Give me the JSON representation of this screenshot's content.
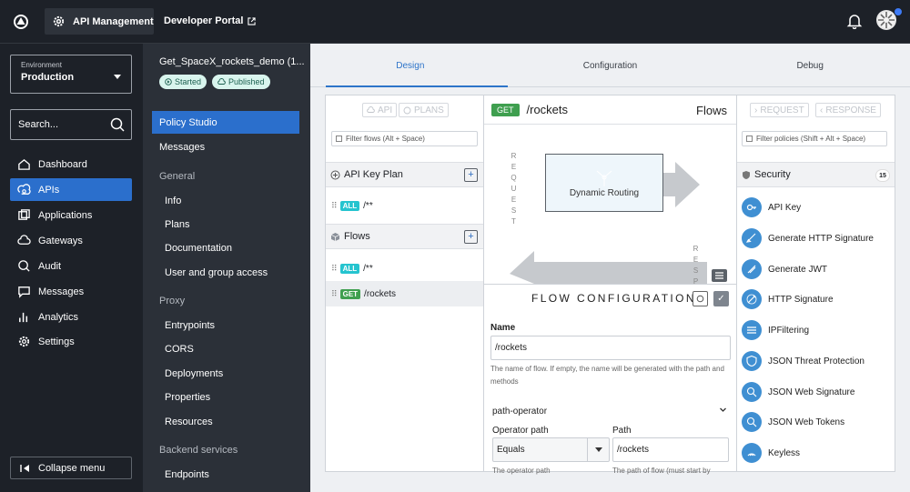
{
  "topbar": {
    "product": "API Management",
    "developer_portal": "Developer Portal"
  },
  "leftnav": {
    "env_label": "Environment",
    "env_value": "Production",
    "search_placeholder": "Search...",
    "items": [
      {
        "label": "Dashboard",
        "icon": "dashboard-icon"
      },
      {
        "label": "APIs",
        "icon": "apis-icon"
      },
      {
        "label": "Applications",
        "icon": "applications-icon"
      },
      {
        "label": "Gateways",
        "icon": "gateways-icon"
      },
      {
        "label": "Audit",
        "icon": "audit-icon"
      },
      {
        "label": "Messages",
        "icon": "messages-icon"
      },
      {
        "label": "Analytics",
        "icon": "analytics-icon"
      },
      {
        "label": "Settings",
        "icon": "settings-icon"
      }
    ],
    "collapse": "Collapse menu"
  },
  "subnav": {
    "api_name": "Get_SpaceX_rockets_demo (1...",
    "badge_started": "Started",
    "badge_published": "Published",
    "policy_studio": "Policy Studio",
    "messages": "Messages",
    "general_head": "General",
    "info": "Info",
    "plans": "Plans",
    "documentation": "Documentation",
    "user_group": "User and group access",
    "proxy_head": "Proxy",
    "entrypoints": "Entrypoints",
    "cors": "CORS",
    "deployments": "Deployments",
    "properties": "Properties",
    "resources": "Resources",
    "backend_head": "Backend services",
    "endpoints": "Endpoints"
  },
  "tabs": {
    "design": "Design",
    "configuration": "Configuration",
    "debug": "Debug"
  },
  "flows_panel": {
    "api_btn": "API",
    "plans_btn": "PLANS",
    "filter_placeholder": "Filter flows (Alt + Space)",
    "plan_section": "API Key Plan",
    "plan_flow_method": "ALL",
    "plan_flow_path": "/**",
    "flows_section": "Flows",
    "flow1_method": "ALL",
    "flow1_path": "/**",
    "flow2_method": "GET",
    "flow2_path": "/rockets"
  },
  "flow_editor": {
    "method": "GET",
    "path": "/rockets",
    "title": "Flows",
    "request_vertical": "REQUEST",
    "response_vertical": "RESP",
    "policy_name": "Dynamic Routing"
  },
  "flow_config": {
    "title": "FLOW CONFIGURATION",
    "name_label": "Name",
    "name_value": "/rockets",
    "name_help": "The name of flow. If empty, the name will be generated with the path and methods",
    "path_operator": "path-operator",
    "operator_path_label": "Operator path",
    "operator_path_value": "Equals",
    "path_label": "Path",
    "path_value": "/rockets",
    "operator_help": "The operator path",
    "path_help": "The path of flow (must start by"
  },
  "policies_panel": {
    "request_btn": "REQUEST",
    "response_btn": "RESPONSE",
    "filter_placeholder": "Filter policies (Shift + Alt + Space)",
    "section": "Security",
    "count": "15",
    "items": [
      "API Key",
      "Generate HTTP Signature",
      "Generate JWT",
      "HTTP Signature",
      "IPFiltering",
      "JSON Threat Protection",
      "JSON Web Signature",
      "JSON Web Tokens",
      "Keyless"
    ]
  },
  "colors": {
    "accent": "#2b6fcc",
    "get": "#3f9f4f",
    "all": "#25c4cf",
    "policy": "#3f8fd2"
  }
}
